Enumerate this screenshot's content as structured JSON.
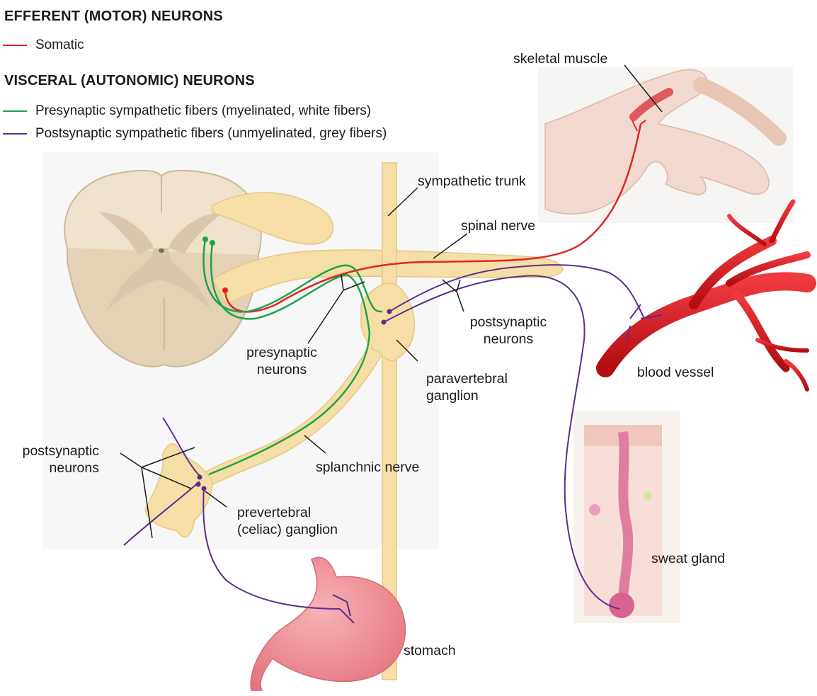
{
  "legend": {
    "efferent_heading": "EFFERENT (MOTOR) NEURONS",
    "somatic": "Somatic",
    "visceral_heading": "VISCERAL (AUTONOMIC) NEURONS",
    "presynaptic": "Presynaptic sympathetic fibers (myelinated, white fibers)",
    "postsynaptic": "Postsynaptic sympathetic fibers (unmyelinated, grey fibers)"
  },
  "colors": {
    "somatic": "#e02424",
    "presynaptic": "#1fa24a",
    "postsynaptic": "#5b2d8e",
    "nerve": "#f6dfa6",
    "cord": "#efe2cc",
    "grey_matter": "#d8c7ac",
    "vessel": "#d8161b",
    "skin": "#f4d9cc",
    "stomach": "#ef8f97"
  },
  "labels": {
    "skeletal_muscle": "skeletal muscle",
    "sympathetic_trunk": "sympathetic trunk",
    "spinal_nerve": "spinal nerve",
    "postsyn_neurons_right_1": "postsynaptic",
    "postsyn_neurons_right_2": "neurons",
    "blood_vessel": "blood vessel",
    "presyn_neurons_1": "presynaptic",
    "presyn_neurons_2": "neurons",
    "paravertebral_1": "paravertebral",
    "paravertebral_2": "ganglion",
    "postsyn_neurons_left_1": "postsynaptic",
    "postsyn_neurons_left_2": "neurons",
    "splanchnic_nerve": "splanchnic nerve",
    "prevertebral_1": "prevertebral",
    "prevertebral_2": "(celiac) ganglion",
    "sweat_gland": "sweat gland",
    "stomach": "stomach"
  }
}
